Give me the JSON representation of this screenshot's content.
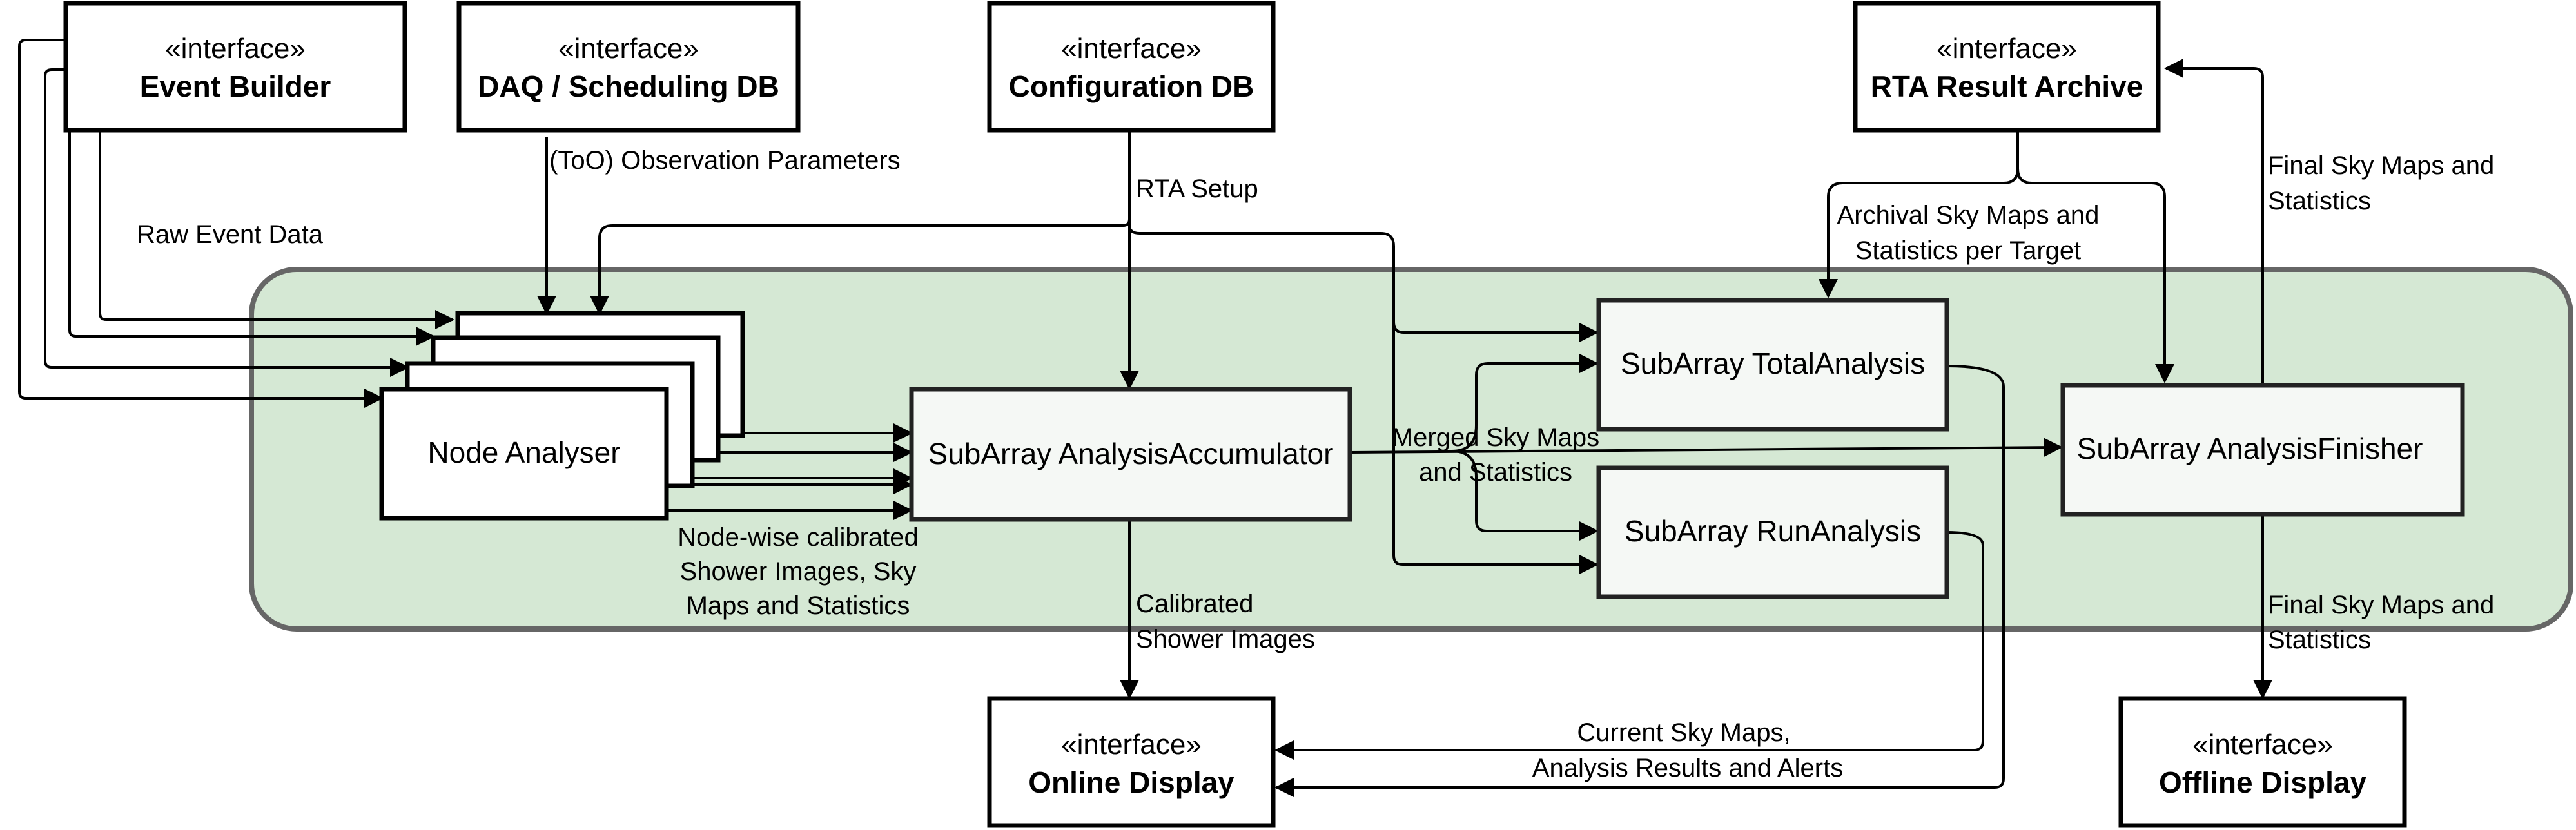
{
  "colors": {
    "processing_area_fill": "#d5e8d4",
    "processing_area_stroke": "#666666",
    "component_fill": "#f5f8f5",
    "line": "#000000"
  },
  "interfaces": {
    "stereotype": "«interface»",
    "event_builder": "Event  Builder",
    "daq_db": "DAQ / Scheduling DB",
    "config_db": "Configuration DB",
    "rta_archive": "RTA Result Archive",
    "online_display": "Online Display",
    "offline_display": "Offline Display"
  },
  "components": {
    "node_analyser": "Node Analyser",
    "accumulator": "SubArray AnalysisAccumulator",
    "total_analysis": "SubArray TotalAnalysis",
    "run_analysis": "SubArray RunAnalysis",
    "finisher": "SubArray AnalysisFinisher"
  },
  "edge_labels": {
    "raw_event_data": "Raw Event Data",
    "observation_parameters": "(ToO)  Observation Parameters",
    "rta_setup": "RTA Setup",
    "archival": [
      "Archival Sky Maps and",
      "Statistics per Target"
    ],
    "final_top": [
      "Final Sky Maps and",
      "Statistics"
    ],
    "node_wise": [
      "Node-wise calibrated",
      "Shower Images, Sky",
      "Maps and Statistics"
    ],
    "merged": [
      "Merged Sky Maps",
      "and Statistics"
    ],
    "calibrated": [
      "Calibrated",
      "Shower Images"
    ],
    "current": [
      "Current Sky Maps,",
      "Analysis Results and Alerts"
    ],
    "final_bottom": [
      "Final Sky Maps and",
      "Statistics"
    ]
  }
}
